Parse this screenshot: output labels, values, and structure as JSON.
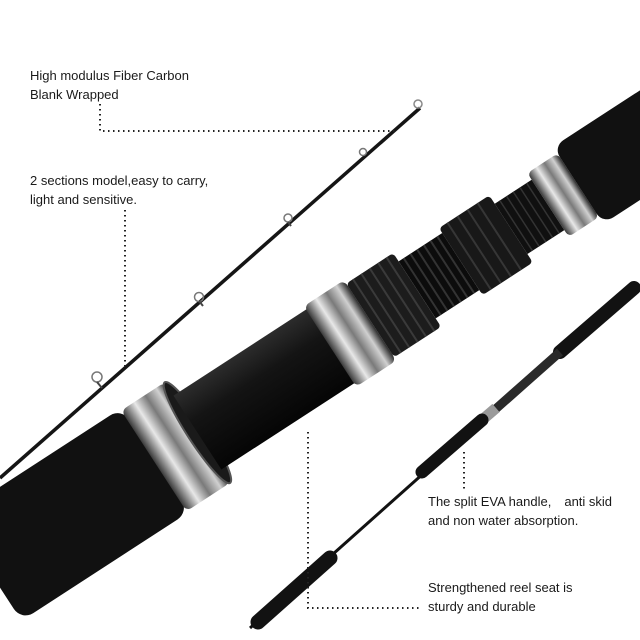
{
  "annotations": {
    "blank": {
      "line1": "High modulus Fiber Carbon",
      "line2": "Blank Wrapped"
    },
    "sections": {
      "line1": "2 sections model,easy to carry,",
      "line2": "light and sensitive."
    },
    "handle": {
      "line1": "The split EVA handle,　anti skid",
      "line2": "and non water absorption."
    },
    "reel_seat": {
      "line1": "Strengthened reel seat is",
      "line2": "sturdy and durable"
    }
  }
}
